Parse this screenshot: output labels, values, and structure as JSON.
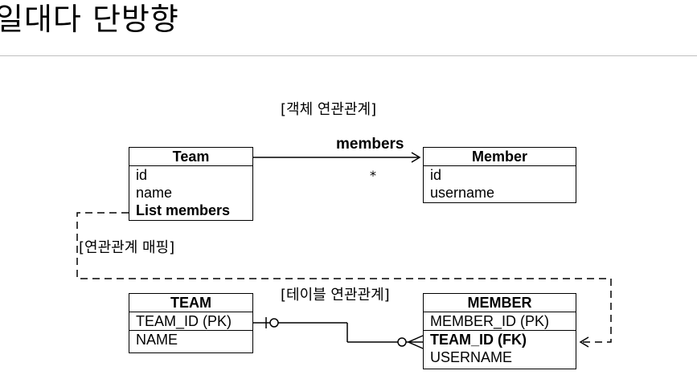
{
  "title": "일대다 단방향",
  "object_section": {
    "label": "[객체 연관관계]",
    "team": {
      "name": "Team",
      "fields": [
        "id",
        "name",
        "List members"
      ]
    },
    "member": {
      "name": "Member",
      "fields": [
        "id",
        "username"
      ]
    },
    "association": {
      "label": "members",
      "multiplicity": "*"
    }
  },
  "mapping_label": "[연관관계 매핑]",
  "table_section": {
    "label": "[테이블 연관관계]",
    "team_table": {
      "name": "TEAM",
      "columns": [
        "TEAM_ID (PK)",
        "NAME"
      ]
    },
    "member_table": {
      "name": "MEMBER",
      "columns": [
        "MEMBER_ID (PK)",
        "TEAM_ID (FK)",
        "USERNAME"
      ]
    }
  }
}
